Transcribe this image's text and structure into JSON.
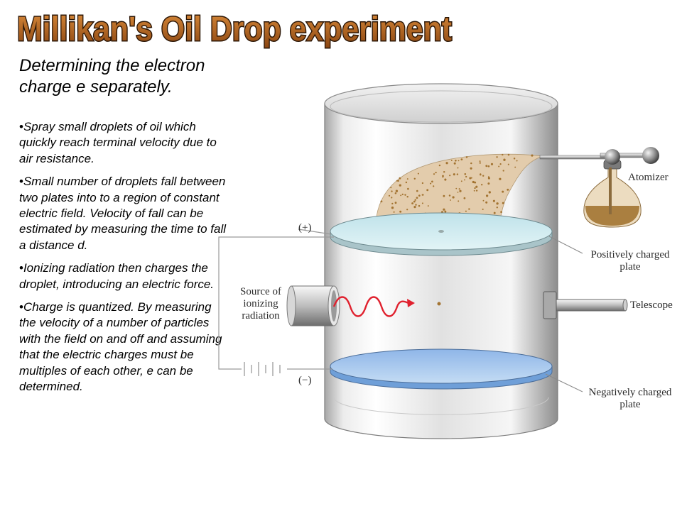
{
  "title": "Millikan's Oil Drop experiment",
  "subtitle": "Determining the electron charge e separately.",
  "bullets": [
    "Spray small droplets of oil which quickly reach terminal velocity due to air resistance.",
    "Small number of droplets fall between two plates into to a region of constant electric field.  Velocity of fall can be estimated by measuring the time to fall a distance d.",
    "Ionizing radiation then charges the droplet, introducing an electric force.",
    "Charge is quantized.  By measuring the velocity of a number of particles with the field on and off and assuming that the electric charges must be multiples of each other, e can be determined."
  ],
  "bullet_glyph": "•",
  "diagram": {
    "labels": {
      "atomizer": "Atomizer",
      "plus": "(+)",
      "minus": "(−)",
      "pos_plate_1": "Positively charged",
      "pos_plate_2": "plate",
      "neg_plate_1": "Negatively charged",
      "neg_plate_2": "plate",
      "source_1": "Source of",
      "source_2": "ionizing",
      "source_3": "radiation",
      "telescope": "Telescope"
    }
  },
  "colors": {
    "title_fill": "#b5651d",
    "title_stroke": "#2a1505",
    "pos_plate": "#cfe9ef",
    "neg_plate": "#a9c9ee",
    "radiation": "#e0212e",
    "oil": "#a37432",
    "spray": "#e3ccac"
  }
}
